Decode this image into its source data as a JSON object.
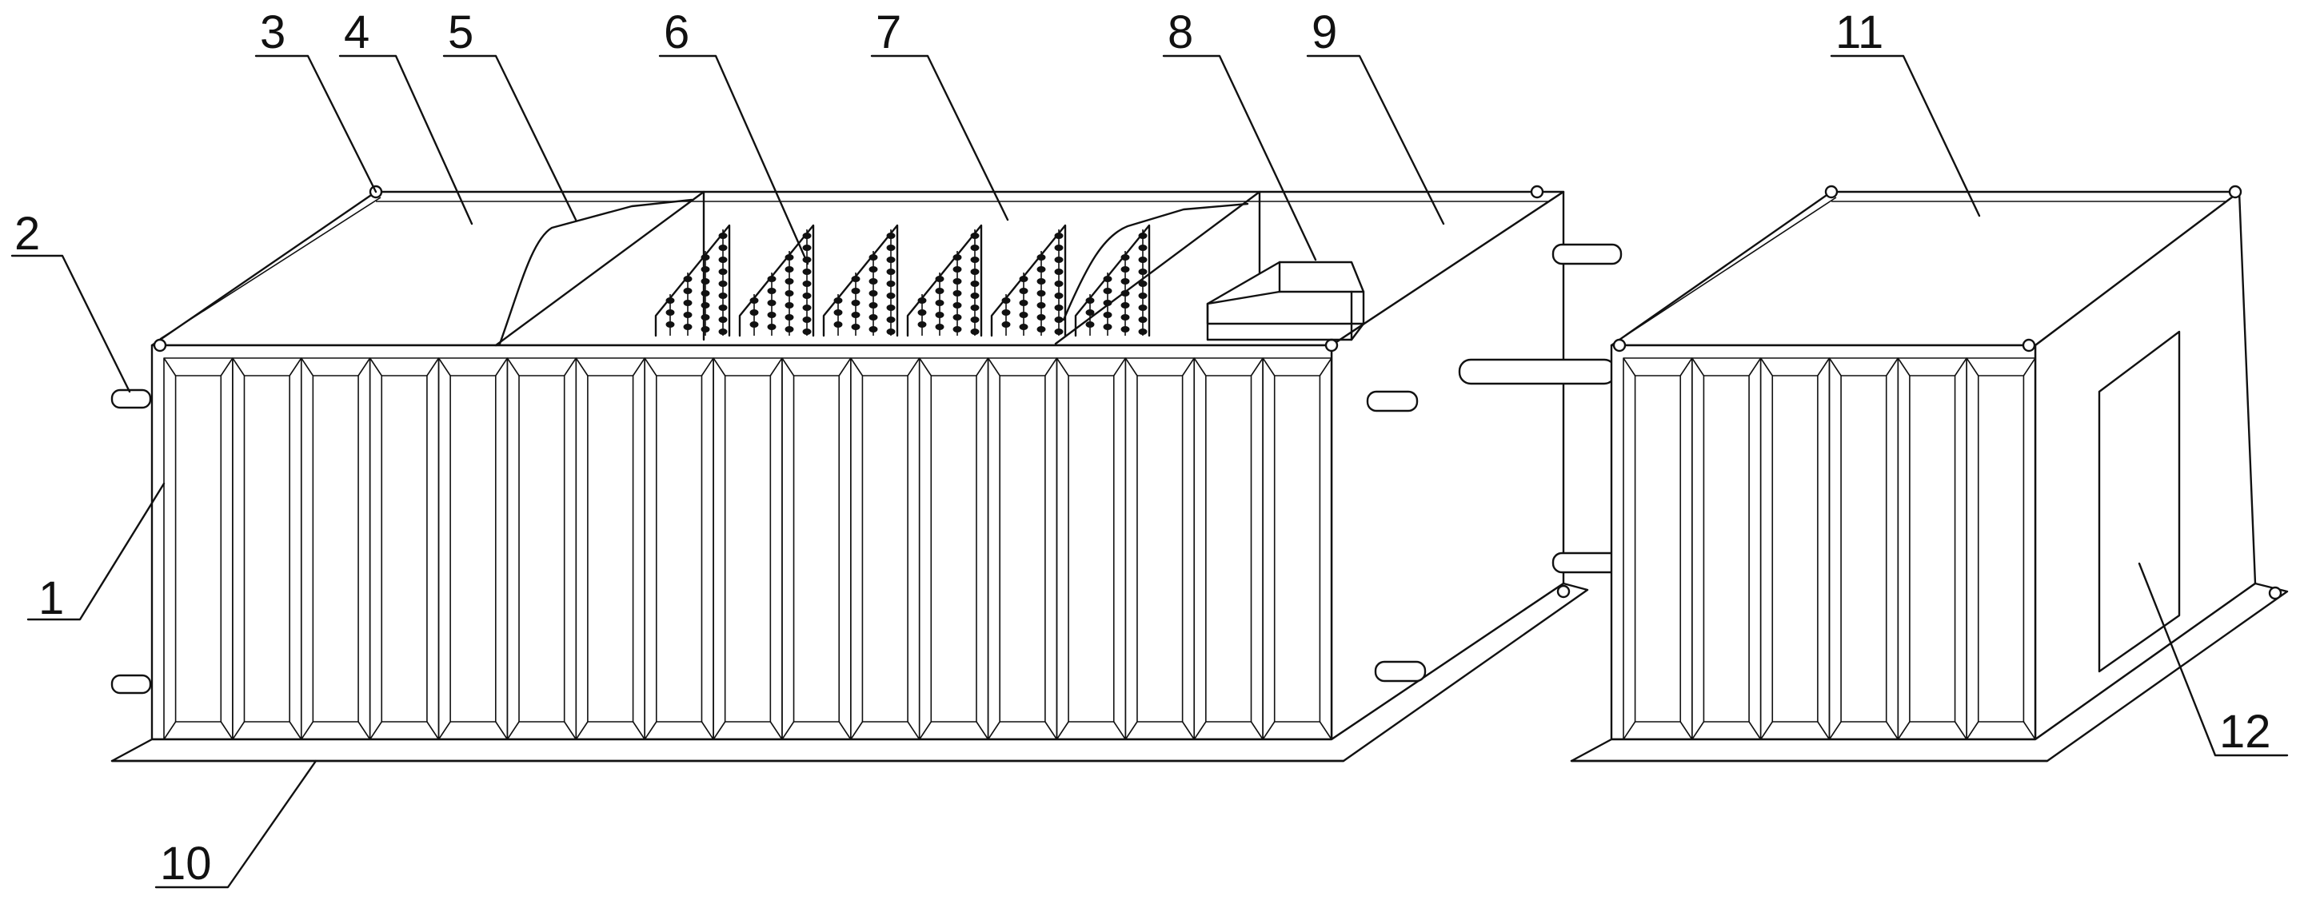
{
  "labels": [
    {
      "id": "1",
      "text": "1"
    },
    {
      "id": "2",
      "text": "2"
    },
    {
      "id": "3",
      "text": "3"
    },
    {
      "id": "4",
      "text": "4"
    },
    {
      "id": "5",
      "text": "5"
    },
    {
      "id": "6",
      "text": "6"
    },
    {
      "id": "7",
      "text": "7"
    },
    {
      "id": "8",
      "text": "8"
    },
    {
      "id": "9",
      "text": "9"
    },
    {
      "id": "10",
      "text": "10"
    },
    {
      "id": "11",
      "text": "11"
    },
    {
      "id": "12",
      "text": "12"
    }
  ],
  "large_container": {
    "panel_count": 17
  },
  "small_container": {
    "panel_count": 6
  },
  "rack_count": 6
}
